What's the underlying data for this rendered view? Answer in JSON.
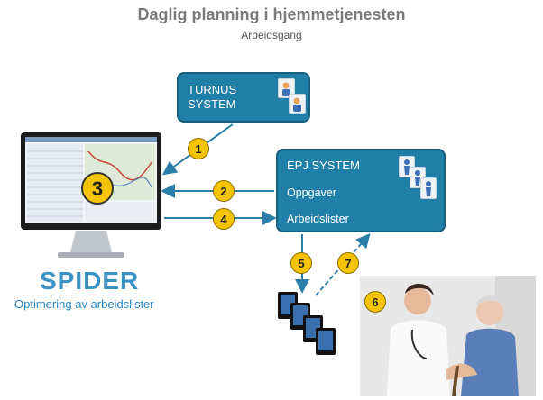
{
  "header": {
    "title": "Daglig planning i hjemmetjenesten",
    "subtitle": "Arbeidsgang"
  },
  "turnus": {
    "label": "TURNUS SYSTEM"
  },
  "epj": {
    "title": "EPJ SYSTEM",
    "item1": "Oppgaver",
    "item2": "Arbeidslister"
  },
  "spider": {
    "name": "SPIDER",
    "subtitle": "Optimering av arbeidslister"
  },
  "steps": [
    "1",
    "2",
    "3",
    "4",
    "5",
    "6",
    "7"
  ],
  "colors": {
    "box": "#1f7fa6",
    "badge": "#f5c400",
    "arrow": "#2c7fa9",
    "brand": "#3a93c5"
  }
}
